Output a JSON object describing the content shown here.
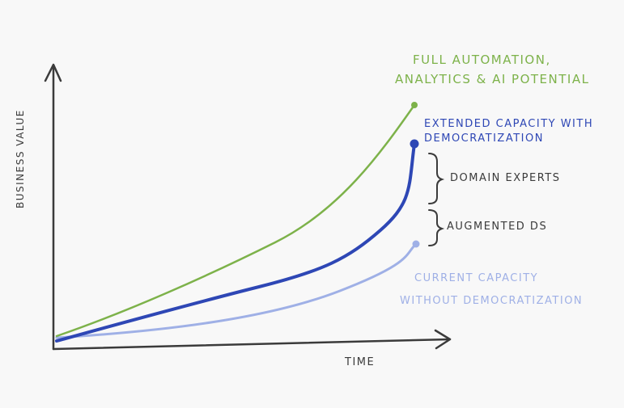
{
  "axes": {
    "y_label": "Business Value",
    "x_label": "Time"
  },
  "labels": {
    "full_automation_line1": "Full Automation,",
    "full_automation_line2": "Analytics & AI Potential",
    "extended_line1": "Extended capacity with",
    "extended_line2": "Democratization",
    "domain_experts": "Domain Experts",
    "augmented_ds": "Augmented DS",
    "current_line1": "Current capacity",
    "current_line2": "without Democratization"
  },
  "colors": {
    "green": "#7db24a",
    "blue": "#2e47b5",
    "light_blue": "#9fb0e6",
    "axis": "#3b3b3b"
  }
}
